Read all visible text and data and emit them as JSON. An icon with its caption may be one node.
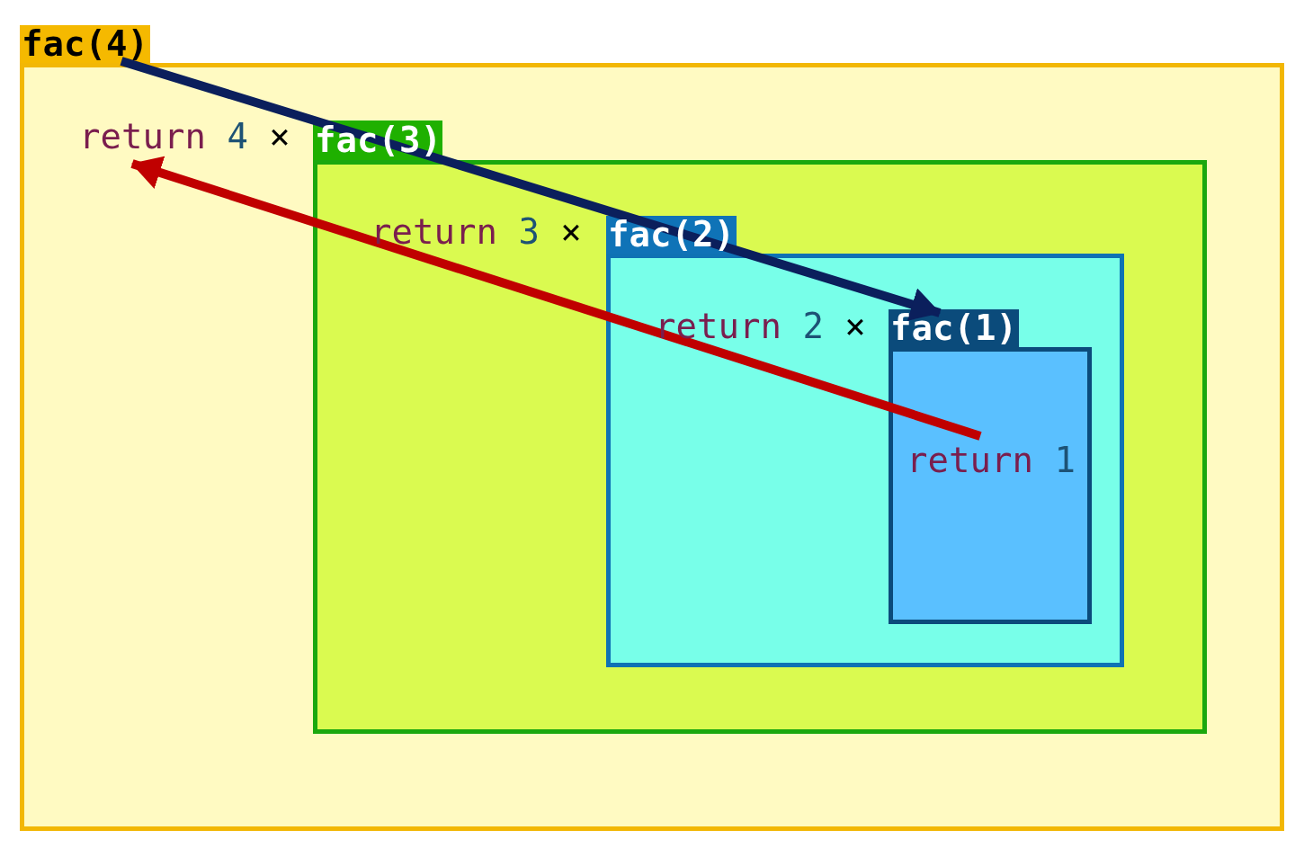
{
  "diagram": {
    "nodes": [
      {
        "text": [
          "fac(4)",
          "return 4 ×"
        ]
      },
      {
        "text": [
          "fac(3)",
          "return 3 ×"
        ],
        "in": 0
      },
      {
        "text": [
          "fac(2)",
          "return 2 ×"
        ],
        "in": 1
      },
      {
        "text": [
          "fac(1)",
          "return 1"
        ],
        "in": 2
      }
    ],
    "edges": [
      {
        "from": 0,
        "to": 3,
        "arrow": "to",
        "color": "#0b1f5c"
      },
      {
        "from": 3,
        "to": 0,
        "arrow": "to",
        "color": "#c00000"
      }
    ]
  }
}
